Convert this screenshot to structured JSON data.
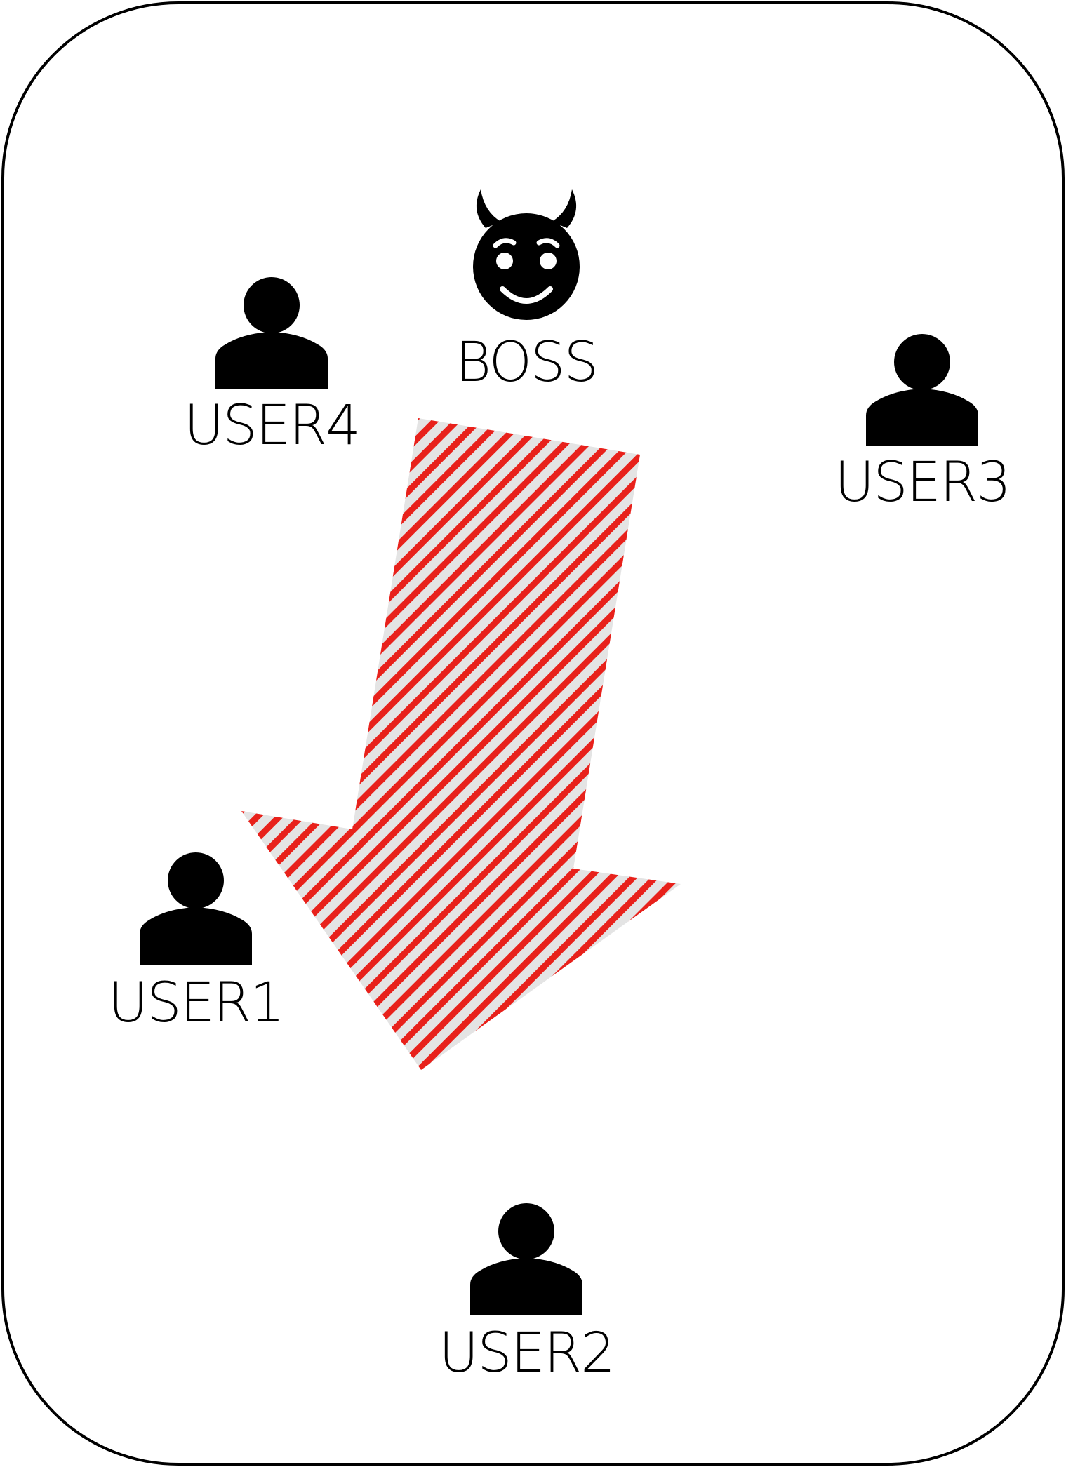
{
  "diagram": {
    "boss": {
      "label": "BOSS",
      "icon": "devil-face-icon"
    },
    "users": [
      {
        "label": "USER4",
        "icon": "person-icon"
      },
      {
        "label": "USER3",
        "icon": "person-icon"
      },
      {
        "label": "USER1",
        "icon": "person-icon"
      },
      {
        "label": "USER2",
        "icon": "person-icon"
      }
    ],
    "arrow": {
      "from": "BOSS",
      "toward": "USER1",
      "pattern": "diagonal-stripes",
      "color": "#e8211b"
    },
    "colors": {
      "border": "#000000",
      "icon": "#000000",
      "arrow_stripe": "#e8211b",
      "arrow_gap": "#e4e4e4",
      "background": "#ffffff"
    }
  }
}
